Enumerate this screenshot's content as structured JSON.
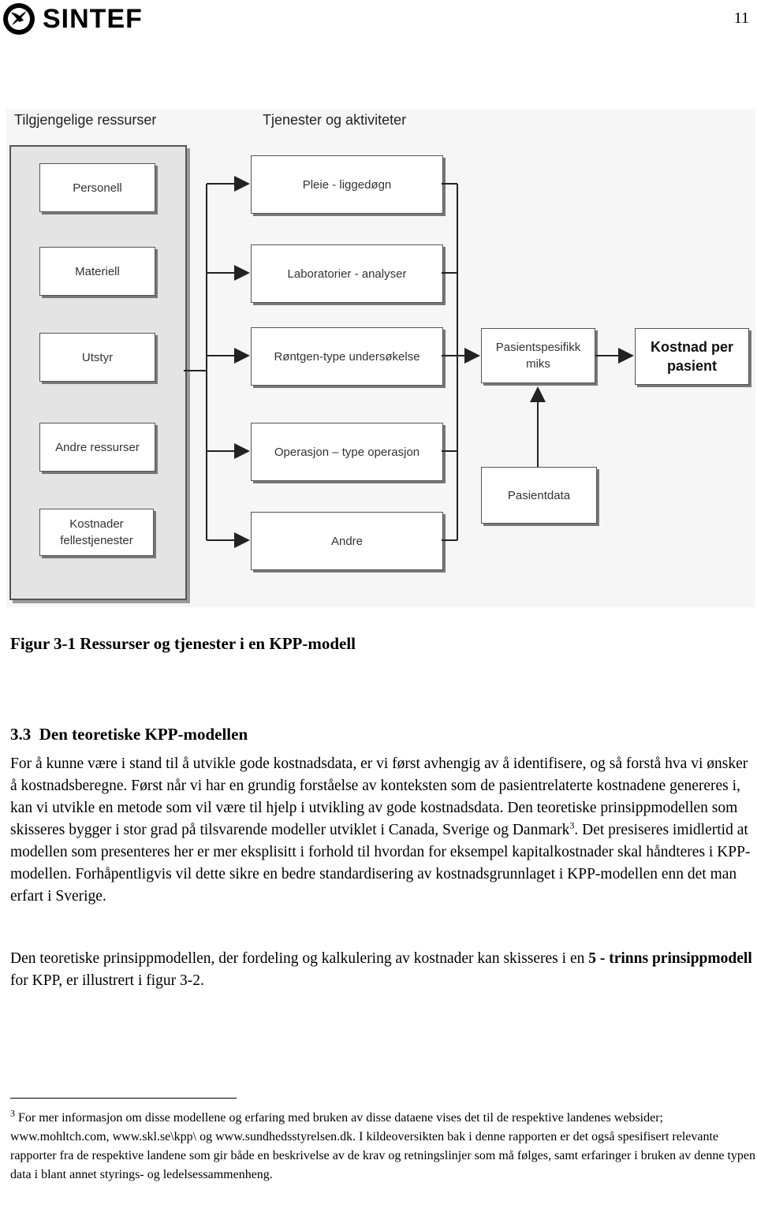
{
  "header": {
    "logo_text": "SINTEF",
    "page_number": "11"
  },
  "diagram": {
    "left_heading": "Tilgjengelige ressurser",
    "right_heading": "Tjenester og aktiviteter",
    "resources": [
      "Personell",
      "Materiell",
      "Utstyr",
      "Andre ressurser",
      "Kostnader fellestjenester"
    ],
    "services": [
      "Pleie - liggedøgn",
      "Laboratorier - analyser",
      "Røntgen-type undersøkelse",
      "Operasjon – type operasjon",
      "Andre"
    ],
    "mix": "Pasientspesifikk miks",
    "patient_data": "Pasientdata",
    "cost": "Kostnad per pasient"
  },
  "caption": "Figur 3-1 Ressurser og tjenester i en KPP-modell",
  "section": {
    "number": "3.3",
    "title": "Den teoretiske KPP-modellen"
  },
  "paragraph1": {
    "part1": "For å kunne være i stand til å utvikle gode kostnadsdata, er vi først avhengig av å identifisere, og så forstå hva vi ønsker å kostnadsberegne. Først når vi har en grundig forståelse av konteksten som de pasientrelaterte kostnadene genereres i, kan vi utvikle en metode som vil være til hjelp i utvikling av gode kostnadsdata. Den teoretiske prinsippmodellen som skisseres bygger i stor grad på tilsvarende modeller utviklet i Canada, Sverige og Danmark",
    "footnote_ref": "3",
    "part2": ". Det presiseres imidlertid at modellen som presenteres her er mer eksplisitt i forhold til hvordan for eksempel kapitalkostnader skal håndteres i KPP-modellen. Forhåpentligvis vil dette sikre en bedre standardisering av kostnadsgrunnlaget i KPP-modellen enn det man erfart i Sverige."
  },
  "paragraph2": {
    "part1": "Den teoretiske prinsippmodellen, der fordeling og kalkulering av kostnader kan skisseres i en ",
    "bold": "5 - trinns prinsippmodell",
    "part2": " for KPP, er illustrert i figur 3-2."
  },
  "footnote": {
    "marker": "3",
    "text": " For mer informasjon om disse modellene og erfaring med bruken av disse dataene vises det til de respektive landenes websider; www.mohltch.com, www.skl.se\\kpp\\ og www.sundhedsstyrelsen.dk. I kildeoversikten bak i denne rapporten er det også spesifisert relevante rapporter fra de respektive landene som gir både en beskrivelse av de krav og retningslinjer som må følges, samt erfaringer i bruken av denne typen data i blant annet styrings- og ledelsessammenheng."
  }
}
